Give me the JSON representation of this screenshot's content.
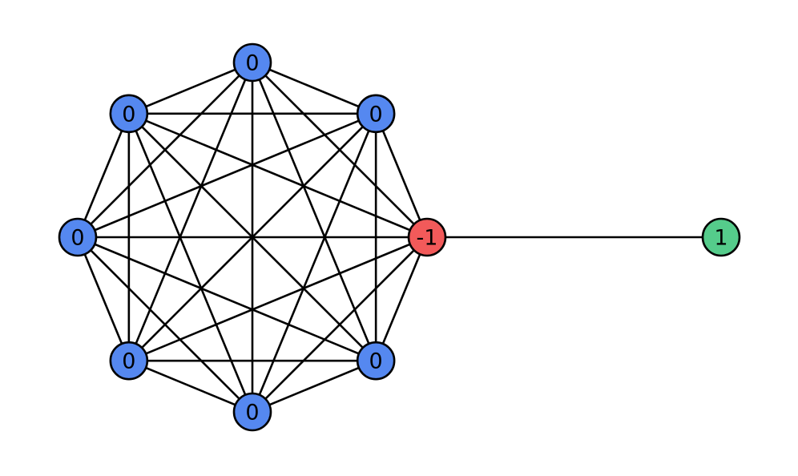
{
  "colors": {
    "background": "#ffffff",
    "edge": "#000000",
    "outline": "#000000",
    "label": "#000000"
  },
  "nodes": [
    {
      "id": "n0",
      "label": "-1",
      "color": "#f25a5a"
    },
    {
      "id": "n1",
      "label": "0",
      "color": "#5588f0"
    },
    {
      "id": "n2",
      "label": "0",
      "color": "#5588f0"
    },
    {
      "id": "n3",
      "label": "0",
      "color": "#5588f0"
    },
    {
      "id": "n4",
      "label": "0",
      "color": "#5588f0"
    },
    {
      "id": "n5",
      "label": "0",
      "color": "#5588f0"
    },
    {
      "id": "n6",
      "label": "0",
      "color": "#5588f0"
    },
    {
      "id": "n7",
      "label": "0",
      "color": "#5588f0"
    },
    {
      "id": "n8",
      "label": "1",
      "color": "#55cc8b"
    }
  ],
  "edges": [
    [
      "n0",
      "n1"
    ],
    [
      "n0",
      "n2"
    ],
    [
      "n0",
      "n3"
    ],
    [
      "n0",
      "n4"
    ],
    [
      "n0",
      "n5"
    ],
    [
      "n0",
      "n6"
    ],
    [
      "n0",
      "n7"
    ],
    [
      "n1",
      "n2"
    ],
    [
      "n1",
      "n3"
    ],
    [
      "n1",
      "n4"
    ],
    [
      "n1",
      "n5"
    ],
    [
      "n1",
      "n6"
    ],
    [
      "n1",
      "n7"
    ],
    [
      "n2",
      "n3"
    ],
    [
      "n2",
      "n4"
    ],
    [
      "n2",
      "n5"
    ],
    [
      "n2",
      "n6"
    ],
    [
      "n2",
      "n7"
    ],
    [
      "n3",
      "n4"
    ],
    [
      "n3",
      "n5"
    ],
    [
      "n3",
      "n6"
    ],
    [
      "n3",
      "n7"
    ],
    [
      "n4",
      "n5"
    ],
    [
      "n4",
      "n6"
    ],
    [
      "n4",
      "n7"
    ],
    [
      "n5",
      "n6"
    ],
    [
      "n5",
      "n7"
    ],
    [
      "n6",
      "n7"
    ],
    [
      "n0",
      "n8"
    ]
  ]
}
